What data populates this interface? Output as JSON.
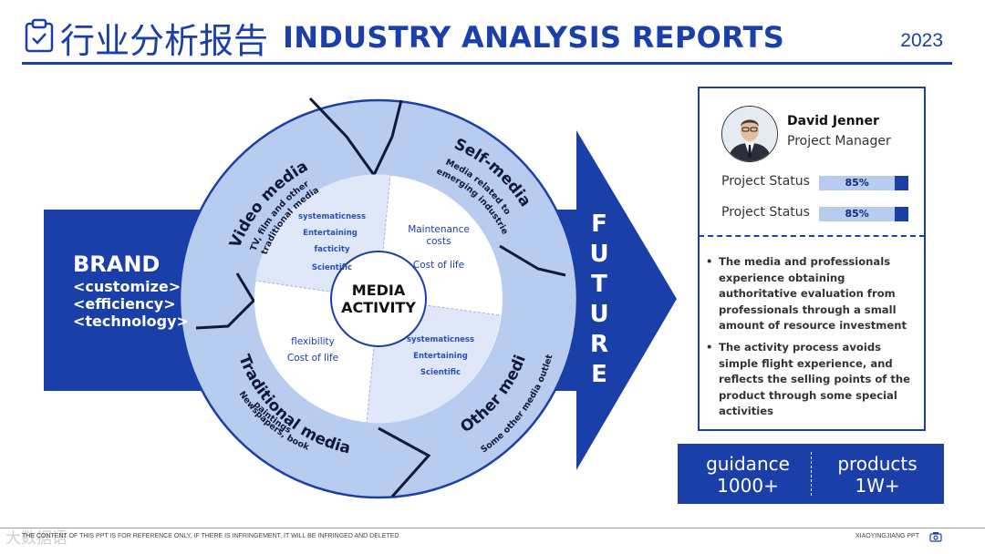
{
  "header": {
    "title_cn": "行业分析报告",
    "title_en": "INDUSTRY ANALYSIS REPORTS",
    "year": "2023"
  },
  "brand": {
    "title": "BRAND",
    "lines": [
      "<customize>",
      "<efficiency>",
      "<technology>"
    ]
  },
  "future": [
    "F",
    "U",
    "T",
    "U",
    "R",
    "E"
  ],
  "center": {
    "line1": "MEDIA",
    "line2": "ACTIVITY"
  },
  "segments": {
    "video": {
      "title": "Video media",
      "sub1": "TV, film and other",
      "sub2": "traditional media"
    },
    "self": {
      "title": "Self-media",
      "sub1": "Media related to",
      "sub2": "emerging industries"
    },
    "traditional": {
      "title": "Traditional media",
      "sub1": "Newspapers, book",
      "sub2": "paintings"
    },
    "other": {
      "title": "Other media",
      "sub1": "Some other media outlets"
    }
  },
  "quadrants": {
    "top_left": [
      "systematicness",
      "Entertaining",
      "facticity",
      "Scientific"
    ],
    "top_right": [
      "Maintenance",
      "costs",
      "Cost of life"
    ],
    "bottom_left": [
      "flexibility",
      "Cost of life"
    ],
    "bottom_right": [
      "systematicness",
      "Entertaining",
      "Scientific"
    ]
  },
  "card": {
    "name": "David Jenner",
    "role": "Project Manager",
    "status": [
      {
        "label": "Project Status",
        "value": "85%",
        "fraction": 0.85
      },
      {
        "label": "Project Status",
        "value": "85%",
        "fraction": 0.85
      }
    ],
    "bullets": [
      "The media and professionals experience obtaining authoritative evaluation from professionals through a small amount of resource investment",
      "The activity process avoids simple flight experience, and reflects the selling points of the product through some special activities"
    ]
  },
  "stats": [
    {
      "label": "guidance",
      "value": "1000+"
    },
    {
      "label": "products",
      "value": "1W+"
    }
  ],
  "footer": {
    "note": "THE CONTENT OF THIS PPT IS FOR REFERENCE ONLY, IF THERE IS INFRINGEMENT, IT WILL BE INFRINGED AND DELETED",
    "brand": "XIAOYINGJIANG PPT",
    "watermark": "大数据语"
  },
  "colors": {
    "primary": "#1b3fa8",
    "ring_light": "#b7ccef",
    "quadrant_light": "#dfe7f8"
  },
  "icons": [
    "clipboard-icon",
    "camera-icon",
    "person-photo"
  ]
}
